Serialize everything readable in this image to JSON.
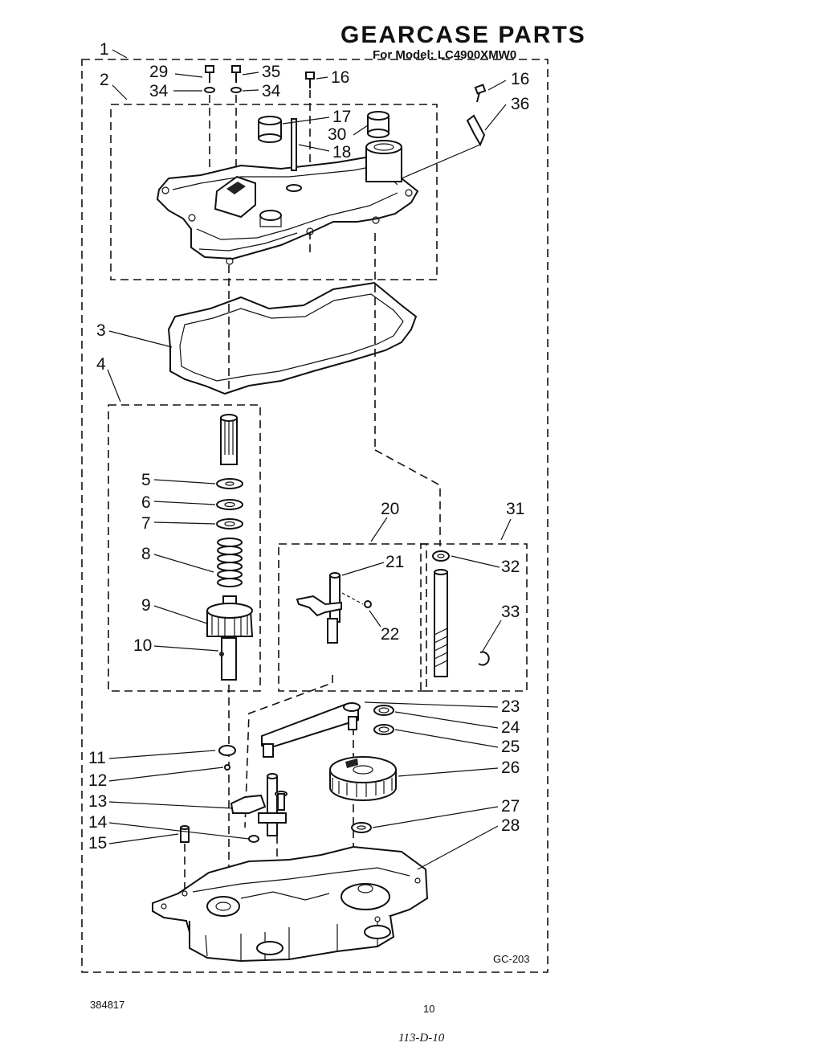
{
  "header": {
    "title": "GEARCASE PARTS",
    "model_line": "For Model: LC4900XMW0"
  },
  "diagram_code": "GC-203",
  "footer": {
    "doc_number": "384817",
    "page_number": "10",
    "handwritten_note": "113-D-10"
  },
  "callouts": {
    "c1": "1",
    "c2": "2",
    "c3": "3",
    "c4": "4",
    "c5": "5",
    "c6": "6",
    "c7": "7",
    "c8": "8",
    "c9": "9",
    "c10": "10",
    "c11": "11",
    "c12": "12",
    "c13": "13",
    "c14": "14",
    "c15": "15",
    "c16a": "16",
    "c16b": "16",
    "c17": "17",
    "c18": "18",
    "c20": "20",
    "c21": "21",
    "c22": "22",
    "c23": "23",
    "c24": "24",
    "c25": "25",
    "c26": "26",
    "c27": "27",
    "c28": "28",
    "c29": "29",
    "c30": "30",
    "c31": "31",
    "c32": "32",
    "c33": "33",
    "c34a": "34",
    "c34b": "34",
    "c35": "35",
    "c36": "36"
  }
}
